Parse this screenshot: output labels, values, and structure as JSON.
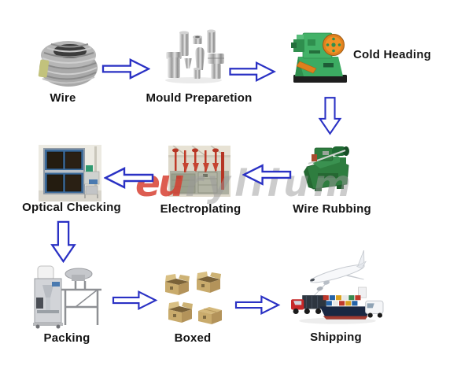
{
  "diagram": {
    "type": "process-flow",
    "background_color": "#ffffff",
    "arrow_color": "#2a31c4",
    "label_color": "#141414",
    "watermark": {
      "prefix": "eu",
      "text": "ryllium",
      "prefix_color": "#d63a2b",
      "text_color": "#9a9a9a"
    },
    "steps": [
      {
        "label": "Wire",
        "icon": "wire-coil-photo"
      },
      {
        "label": "Mould Preparetion",
        "icon": "mould-parts-photo"
      },
      {
        "label": "Cold Heading",
        "icon": "cold-heading-machine-photo"
      },
      {
        "label": "Wire Rubbing",
        "icon": "wire-rubbing-machine-photo"
      },
      {
        "label": "Electroplating",
        "icon": "electroplating-plant-photo"
      },
      {
        "label": "Optical Checking",
        "icon": "optical-checking-machine-photo"
      },
      {
        "label": "Packing",
        "icon": "packing-machine-photo"
      },
      {
        "label": "Boxed",
        "icon": "cardboard-boxes-photo"
      },
      {
        "label": "Shipping",
        "icon": "plane-truck-ship-photo"
      }
    ],
    "flow_order": [
      "Wire",
      "Mould Preparetion",
      "Cold Heading",
      "Wire Rubbing",
      "Electroplating",
      "Optical Checking",
      "Packing",
      "Boxed",
      "Shipping"
    ]
  }
}
